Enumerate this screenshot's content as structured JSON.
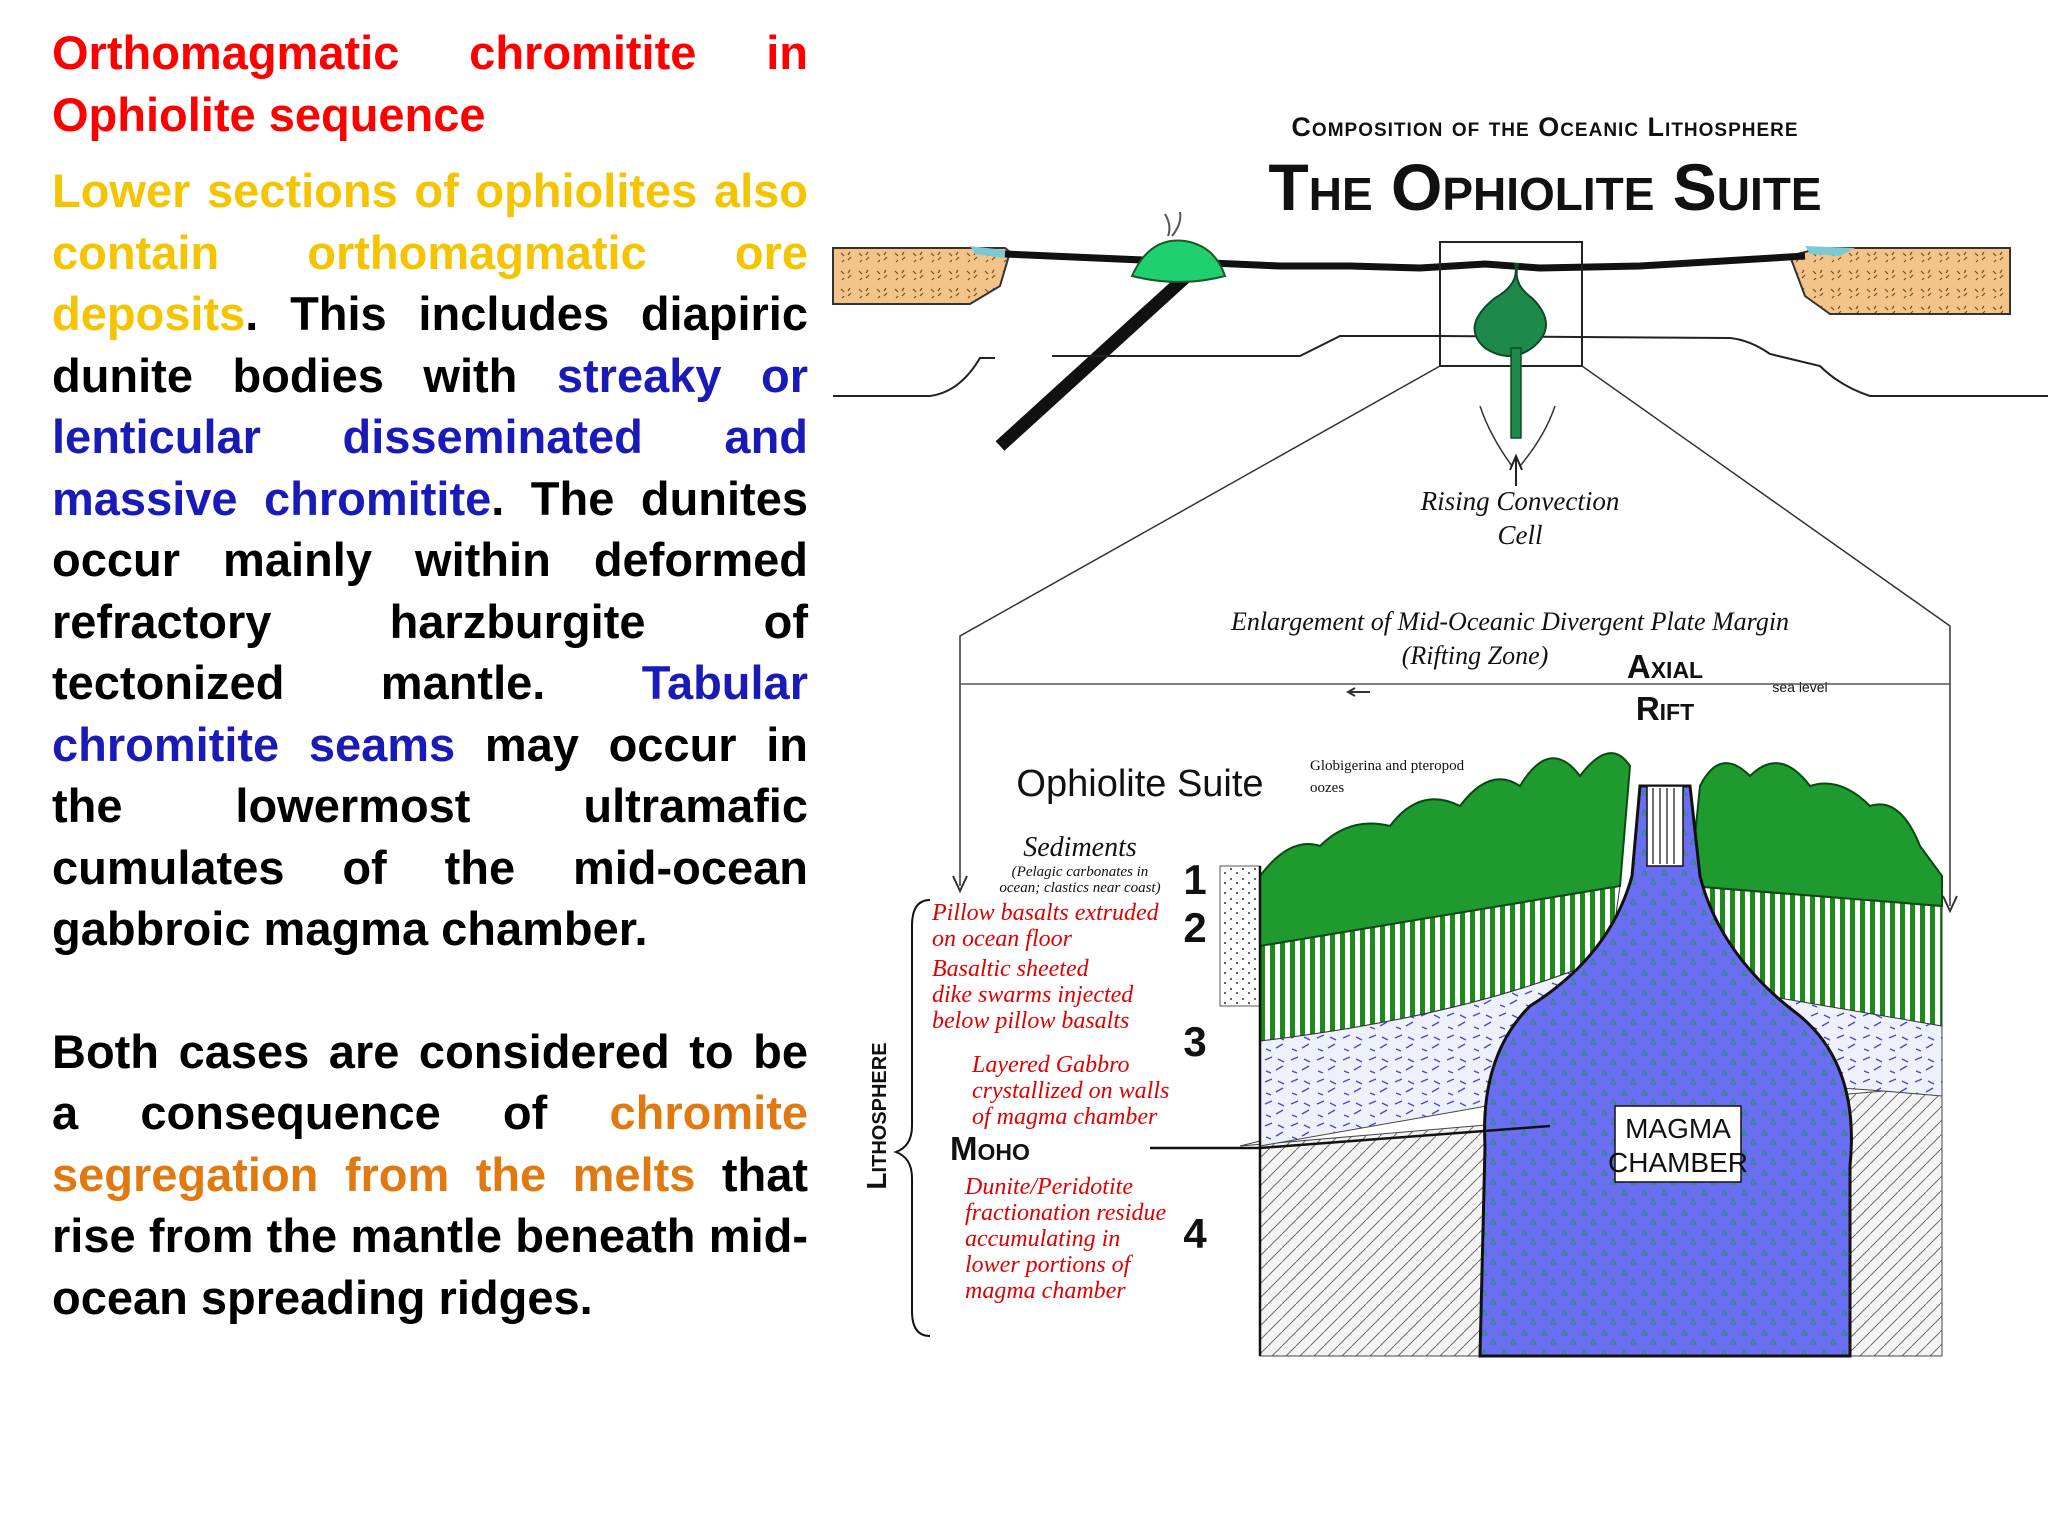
{
  "title": "Orthomagmatic chromitite in Ophiolite sequence",
  "paragraph1": {
    "lower_sections": "Lower sections of ophiolites also contain orthomagmatic ore deposits",
    "p1_text_a": ". This includes diapiric dunite bodies with ",
    "streaky": "streaky or lenticular disseminated and massive chromitite",
    "p1_text_b": ". The dunites occur mainly within deformed refractory harzburgite of tectonized mantle. ",
    "tabular": "Tabular chromitite seams",
    "p1_text_c": " may occur in the lowermost ultramafic cumulates of the mid-ocean gabbroic magma chamber."
  },
  "paragraph2": {
    "p2_text_a": "Both cases are considered to be a consequence of ",
    "chromite_segregation": "chromite segregation from the melts",
    "p2_text_b": " that rise from the mantle beneath mid-ocean spreading ridges."
  },
  "diagram": {
    "subtitle": "Composition of the Oceanic Lithosphere",
    "title": "The Ophiolite Suite",
    "rising_convection_1": "Rising Convection",
    "rising_convection_2": "Cell",
    "enlargement_1": "Enlargement of Mid-Oceanic Divergent Plate Margin",
    "enlargement_2": "(Rifting Zone)",
    "axial": "Axial",
    "rift": "Rift",
    "sea_level": "sea level",
    "ophiolite_suite": "Ophiolite Suite",
    "globigerina_1": "Globigerina and pteropod",
    "globigerina_2": "oozes",
    "sediments": "Sediments",
    "pelagic_1": "(Pelagic carbonates in",
    "pelagic_2": "ocean; clastics near coast)",
    "num1": "1",
    "num2": "2",
    "num3": "3",
    "num4": "4",
    "pillow_1": "Pillow basalts extruded",
    "pillow_2": "on ocean floor",
    "dike_1": "Basaltic sheeted",
    "dike_2": "dike swarms injected",
    "dike_3": "below pillow basalts",
    "gabbro_1": "Layered Gabbro",
    "gabbro_2": "crystallized on walls",
    "gabbro_3": "of magma chamber",
    "moho": "Moho",
    "dunite_1": "Dunite/Peridotite",
    "dunite_2": "fractionation residue",
    "dunite_3": "accumulating in",
    "dunite_4": "lower portions of",
    "dunite_5": "magma chamber",
    "lithosphere": "Lithosphere",
    "magma_1": "MAGMA",
    "magma_2": "CHAMBER"
  },
  "colors": {
    "title_red": "#ff0000",
    "yellow": "#f5c400",
    "blue": "#1a1ab8",
    "orange": "#e07a10",
    "label_red": "#e00000",
    "magma_blue": "#6a6ef0",
    "basalt_green": "#1e8a1e"
  }
}
